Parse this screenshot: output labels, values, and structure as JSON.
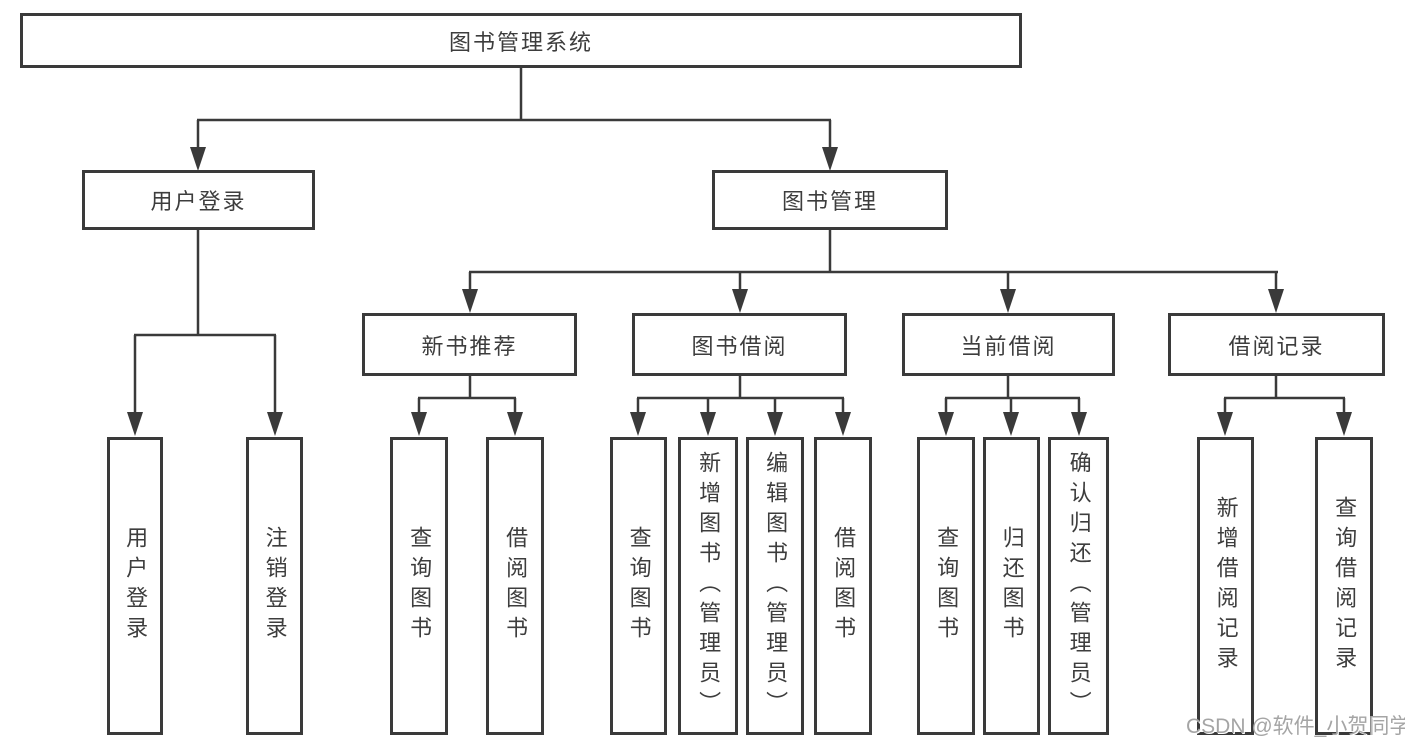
{
  "tree": {
    "label": "图书管理系统",
    "children": [
      {
        "label": "用户登录",
        "children": [
          {
            "label": "用户登录"
          },
          {
            "label": "注销登录"
          }
        ]
      },
      {
        "label": "图书管理",
        "children": [
          {
            "label": "新书推荐",
            "children": [
              {
                "label": "查询图书"
              },
              {
                "label": "借阅图书"
              }
            ]
          },
          {
            "label": "图书借阅",
            "children": [
              {
                "label": "查询图书"
              },
              {
                "label": "新增图书（管理员）"
              },
              {
                "label": "编辑图书（管理员）"
              },
              {
                "label": "借阅图书"
              }
            ]
          },
          {
            "label": "当前借阅",
            "children": [
              {
                "label": "查询图书"
              },
              {
                "label": "归还图书"
              },
              {
                "label": "确认归还（管理员）"
              }
            ]
          },
          {
            "label": "借阅记录",
            "children": [
              {
                "label": "新增借阅记录"
              },
              {
                "label": "查询借阅记录"
              }
            ]
          }
        ]
      }
    ]
  },
  "watermark": {
    "text": "CSDN @软件_小贺同学"
  },
  "colors": {
    "line": "#3a3a3a",
    "box_border": "#3a3a3a",
    "text": "#3d3d3d",
    "watermark": "#a5a5a5",
    "background": "#ffffff"
  }
}
